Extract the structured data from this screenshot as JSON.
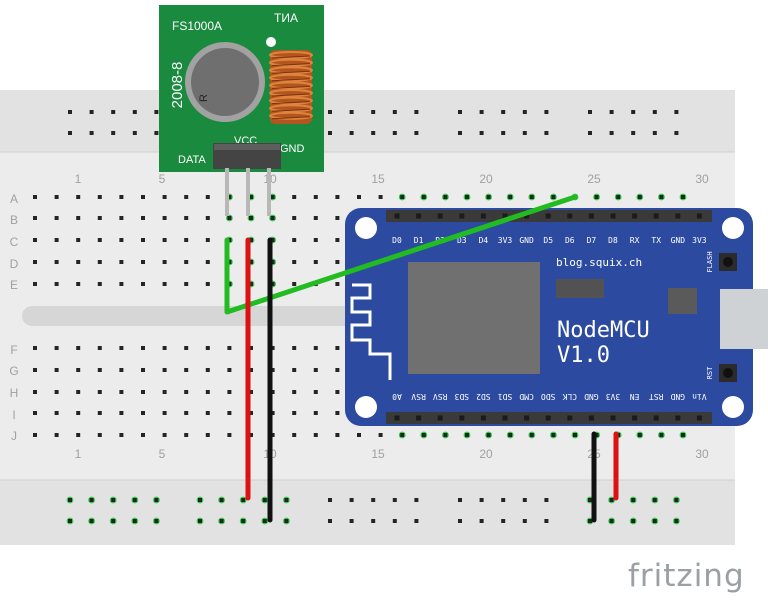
{
  "breadboard": {
    "column_numbers": [
      "1",
      "5",
      "10",
      "15",
      "20",
      "25",
      "30"
    ],
    "row_letters_top": [
      "A",
      "B",
      "C",
      "D",
      "E"
    ],
    "row_letters_bottom": [
      "F",
      "G",
      "H",
      "I",
      "J"
    ]
  },
  "transmitter": {
    "model": "FS1000A",
    "marking": "ТИА",
    "crystal_text": "2008-8",
    "can_letter": "R",
    "pin_labels": [
      "DATA",
      "VCC",
      "GND"
    ]
  },
  "nodemcu": {
    "site": "blog.squix.ch",
    "title": "NodeMCU",
    "version": "V1.0",
    "flash_label": "FLASH",
    "rst_label": "RST",
    "top_pins": [
      "D0",
      "D1",
      "D2",
      "D3",
      "D4",
      "3V3",
      "GND",
      "D5",
      "D6",
      "D7",
      "D8",
      "RX",
      "TX",
      "GND",
      "3V3"
    ],
    "bottom_pins": [
      "A0",
      "RSV",
      "RSV",
      "SD3",
      "SD2",
      "SD1",
      "CMD",
      "SDO",
      "CLK",
      "GND",
      "3V3",
      "EN",
      "RST",
      "GND",
      "Vin"
    ]
  },
  "wire_colors": {
    "data": "#22bb22",
    "power": "#dd1111",
    "ground": "#111111"
  },
  "brand": "fritzing"
}
